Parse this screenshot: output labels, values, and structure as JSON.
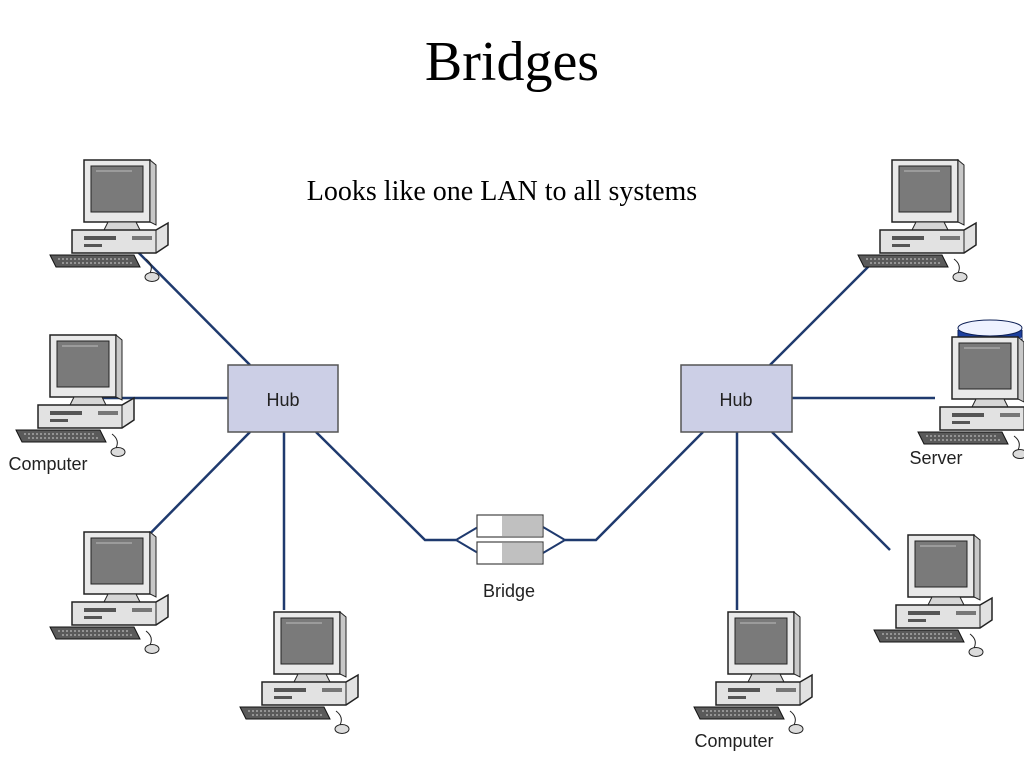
{
  "slide": {
    "title": "Bridges",
    "subtitle": "Looks like one LAN to all systems"
  },
  "diagram": {
    "hubs": [
      {
        "id": "hub-left",
        "label": "Hub"
      },
      {
        "id": "hub-right",
        "label": "Hub"
      }
    ],
    "bridge": {
      "label": "Bridge"
    },
    "device_labels": {
      "computer_left": "Computer",
      "computer_bottom_right": "Computer",
      "server": "Server"
    },
    "colors": {
      "link": "#1f3a6e",
      "hub_fill": "#cccfe6",
      "hub_border": "#555555",
      "server_disk": "#1c3f9e"
    }
  }
}
